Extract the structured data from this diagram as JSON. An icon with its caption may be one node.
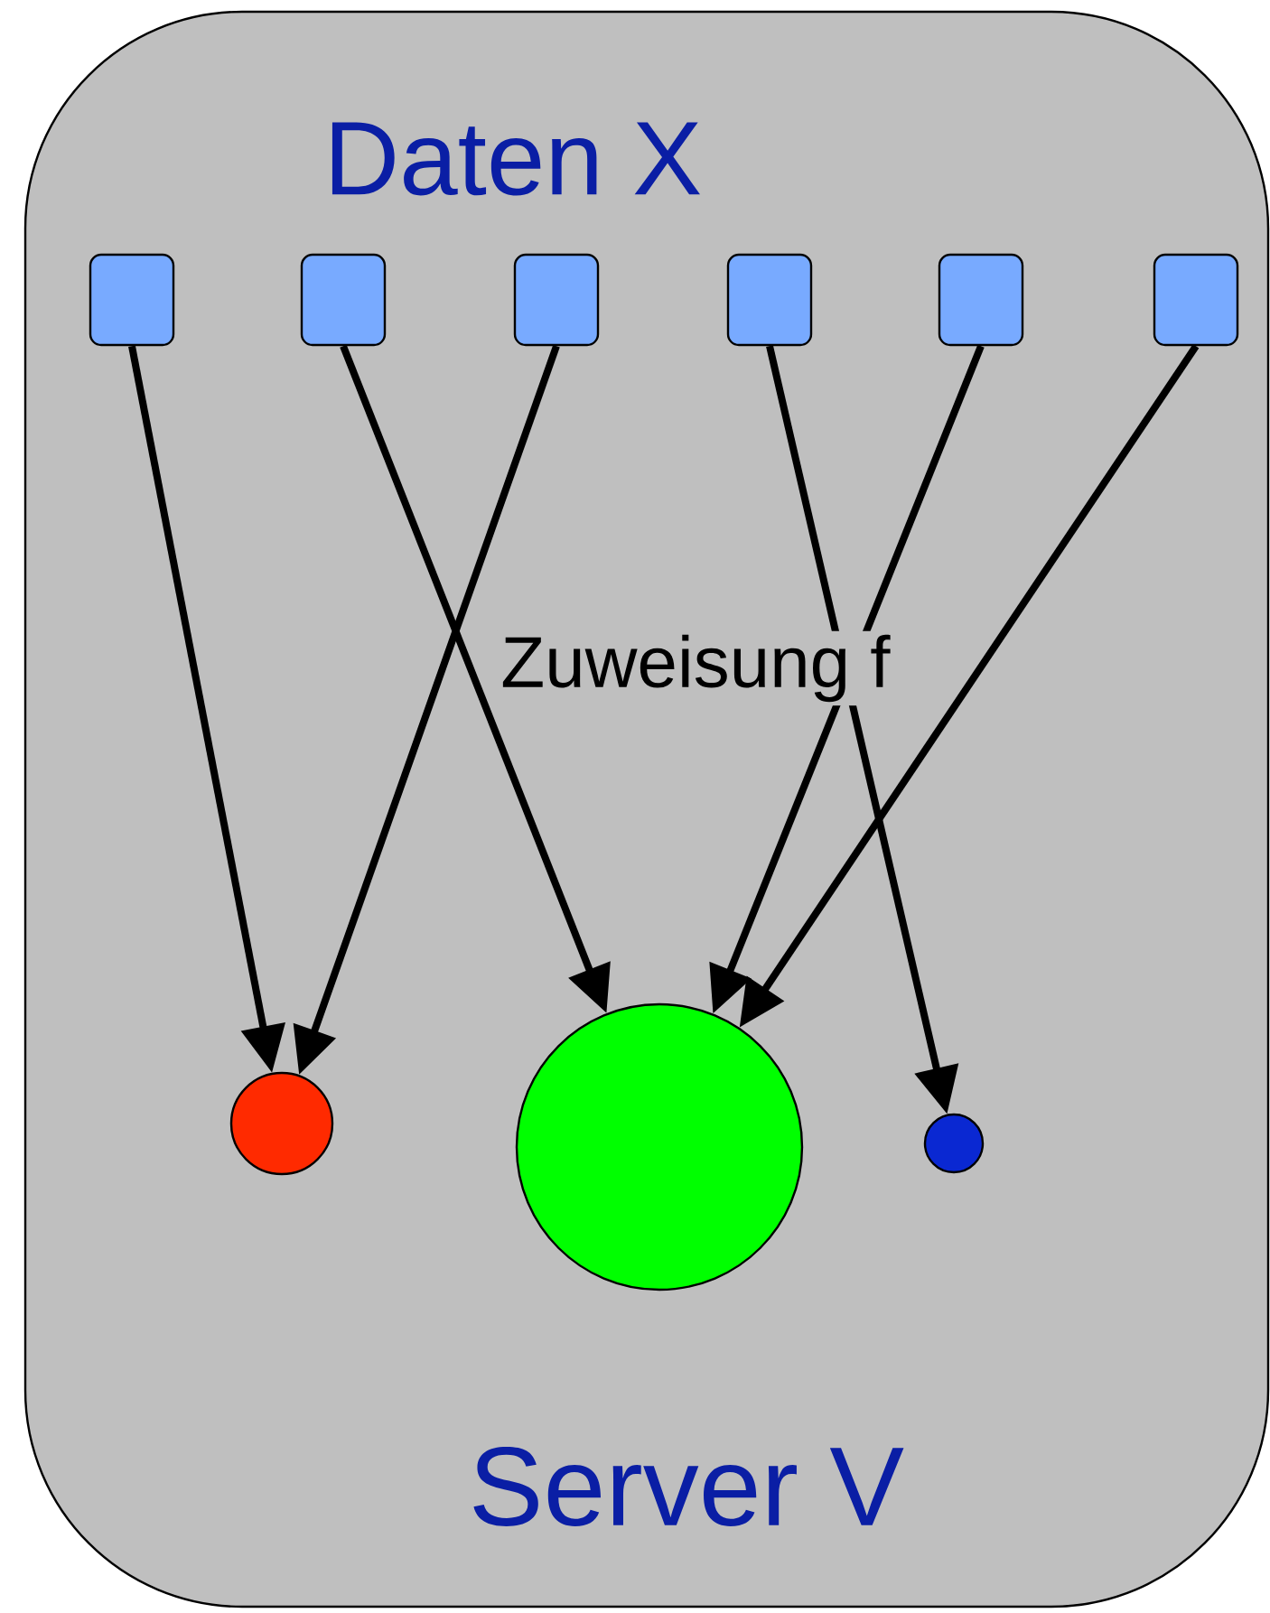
{
  "diagram": {
    "nodes": [
      {
        "text": [
          "Daten X",
          "Server V"
        ]
      },
      {
        "text": [],
        "shape": "box",
        "in": 0
      },
      {
        "text": [],
        "shape": "box",
        "in": 0
      },
      {
        "text": [],
        "shape": "box",
        "in": 0
      },
      {
        "text": [],
        "shape": "box",
        "in": 0
      },
      {
        "text": [],
        "shape": "box",
        "in": 0
      },
      {
        "text": [],
        "shape": "box",
        "in": 0
      },
      {
        "text": [],
        "shape": "circle",
        "in": 0
      },
      {
        "text": [],
        "shape": "circle",
        "in": 0
      },
      {
        "text": [],
        "shape": "circle",
        "in": 0
      }
    ],
    "edges": [
      {
        "from": 1,
        "to": 7,
        "arrow": "to"
      },
      {
        "from": 2,
        "to": 8,
        "arrow": "to"
      },
      {
        "from": 3,
        "to": 7,
        "arrow": "to"
      },
      {
        "from": 4,
        "to": 9,
        "arrow": "to"
      },
      {
        "from": 5,
        "to": 8,
        "arrow": "to"
      },
      {
        "from": 6,
        "to": 8,
        "arrow": "to"
      }
    ],
    "labels": [
      "Zuweisung f"
    ]
  }
}
